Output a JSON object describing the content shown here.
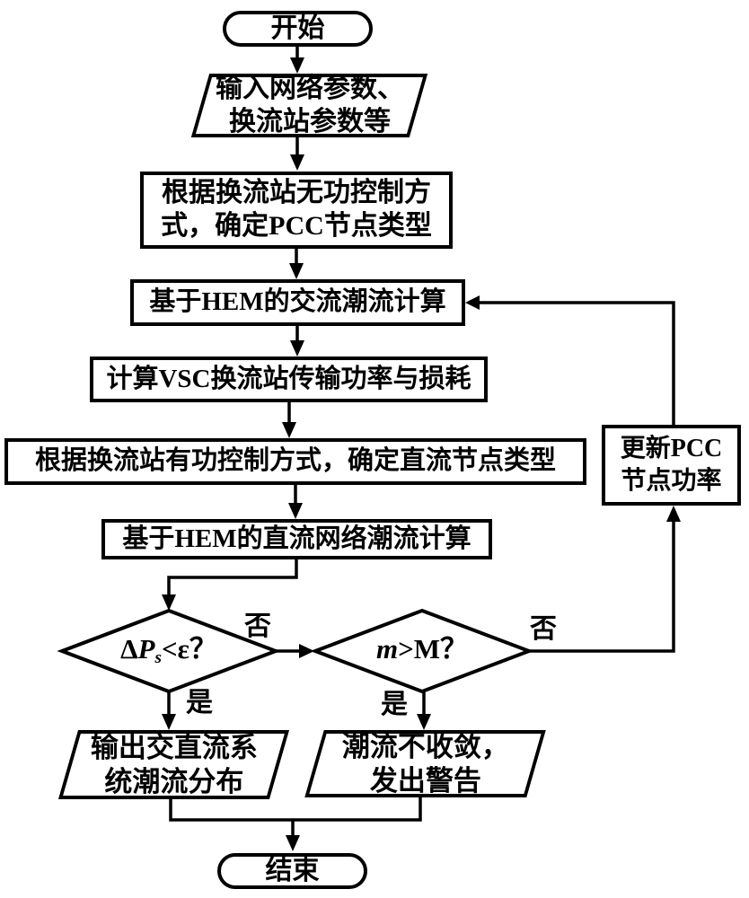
{
  "nodes": {
    "start": {
      "label": "开始"
    },
    "input": {
      "line1": "输入网络参数、",
      "line2": "换流站参数等"
    },
    "pcc_type": {
      "line1": "根据换流站无功控制方",
      "line2": "式，确定PCC节点类型"
    },
    "ac_flow": {
      "label": "基于HEM的交流潮流计算"
    },
    "vsc_power": {
      "label": "计算VSC换流站传输功率与损耗"
    },
    "dc_type": {
      "label": "根据换流站有功控制方式，确定直流节点类型"
    },
    "dc_flow": {
      "label": "基于HEM的直流网络潮流计算"
    },
    "conv_check": {
      "delta": "Δ",
      "p_var": "P",
      "p_sub": "s",
      "cmp": "<ε？"
    },
    "iter_check": {
      "m_var": "m",
      "cmp": ">M？"
    },
    "update_pcc": {
      "line1": "更新PCC",
      "line2": "节点功率"
    },
    "output": {
      "line1": "输出交直流系",
      "line2": "统潮流分布"
    },
    "warning": {
      "line1": "潮流不收敛，",
      "line2": "发出警告"
    },
    "end": {
      "label": "结束"
    }
  },
  "edge_labels": {
    "no1": "否",
    "yes1": "是",
    "no2": "否",
    "yes2": "是"
  },
  "colors": {
    "stroke": "#000000",
    "fill": "#ffffff",
    "background": "#ffffff"
  }
}
